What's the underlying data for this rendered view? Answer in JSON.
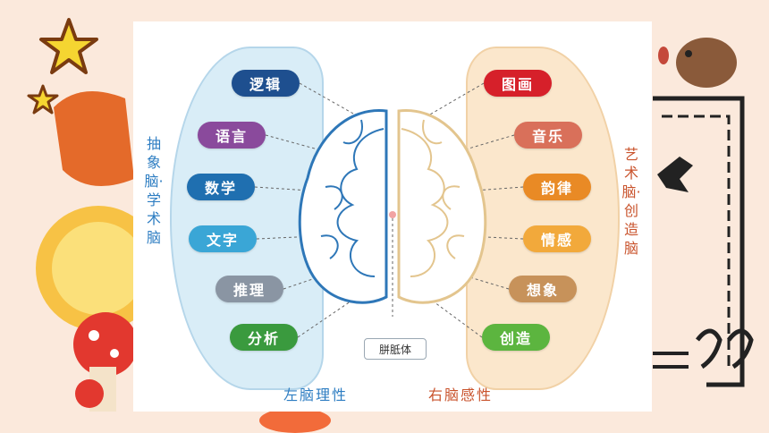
{
  "diagram": {
    "left_column_label": "抽象脑·学术脑",
    "right_column_label": "艺术脑·创造脑",
    "left_caption": "左脑理性",
    "right_caption": "右脑感性",
    "center_label": "胼胝体",
    "left_items": [
      {
        "label": "逻辑",
        "color": "#1e4f8f"
      },
      {
        "label": "语言",
        "color": "#8a4a9c"
      },
      {
        "label": "数学",
        "color": "#1f6fb0"
      },
      {
        "label": "文字",
        "color": "#3aa6d6"
      },
      {
        "label": "推理",
        "color": "#8a95a3"
      },
      {
        "label": "分析",
        "color": "#3a9a3e"
      }
    ],
    "right_items": [
      {
        "label": "图画",
        "color": "#d6202a"
      },
      {
        "label": "音乐",
        "color": "#d9705a"
      },
      {
        "label": "韵律",
        "color": "#e98a25"
      },
      {
        "label": "情感",
        "color": "#f2a93b"
      },
      {
        "label": "想象",
        "color": "#c7925a"
      },
      {
        "label": "创造",
        "color": "#5cb53f"
      }
    ],
    "colors": {
      "left_text": "#2d7dc2",
      "right_text": "#c9532c",
      "left_brain": "#2e77b8",
      "right_brain": "#e3c58e"
    }
  }
}
